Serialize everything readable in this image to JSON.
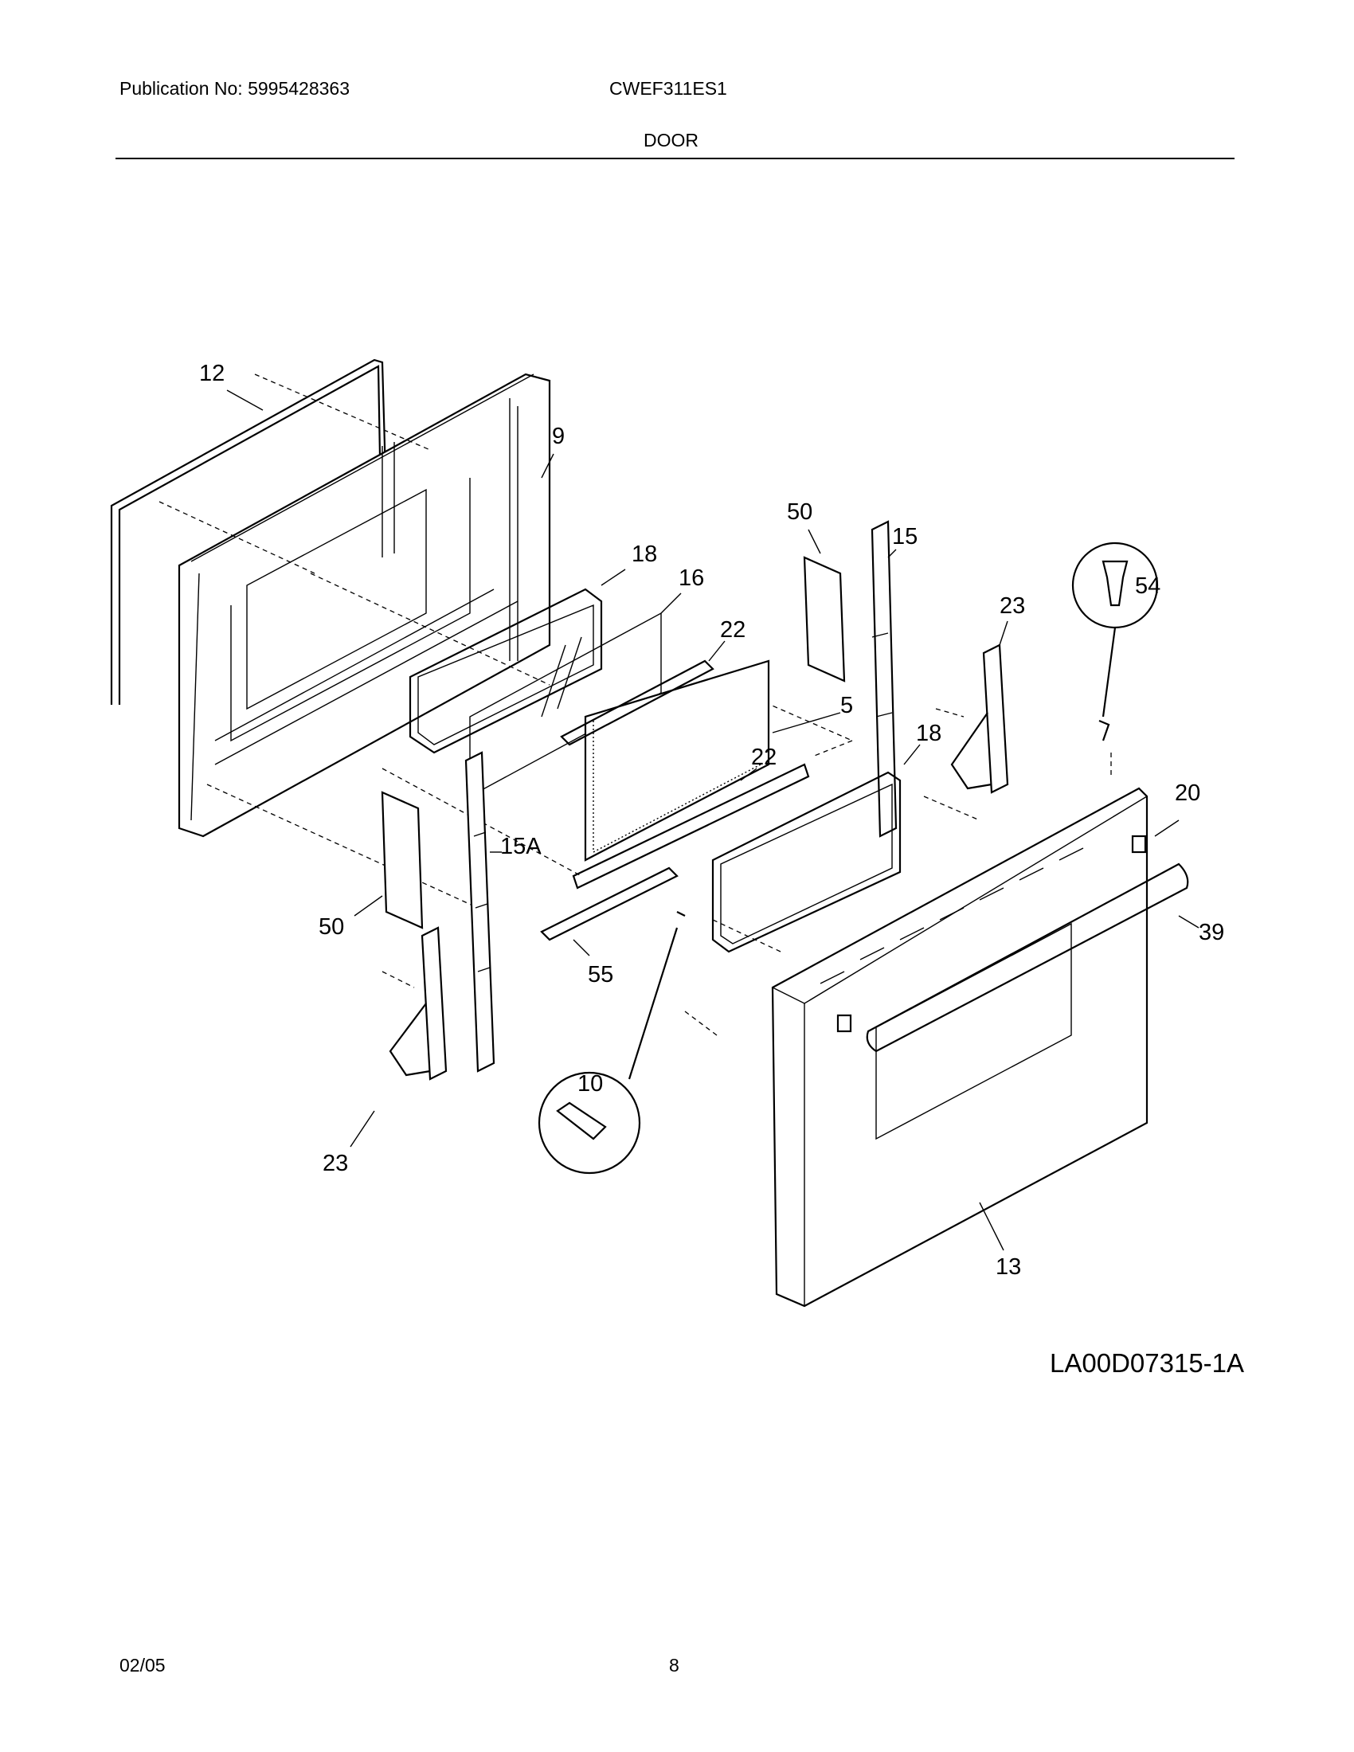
{
  "header": {
    "publication": "Publication No: 5995428363",
    "model": "CWEF311ES1",
    "section": "DOOR"
  },
  "parts": {
    "p12": "12",
    "p9": "9",
    "p18a": "18",
    "p16": "16",
    "p50a": "50",
    "p15": "15",
    "p22a": "22",
    "p5": "5",
    "p23a": "23",
    "p54": "54",
    "p18b": "18",
    "p22b": "22",
    "p20": "20",
    "p15a": "15A",
    "p50b": "50",
    "p39": "39",
    "p55": "55",
    "p10": "10",
    "p23b": "23",
    "p13": "13"
  },
  "diagram_ref": "LA00D07315-1A",
  "footer": {
    "date": "02/05",
    "page": "8"
  }
}
